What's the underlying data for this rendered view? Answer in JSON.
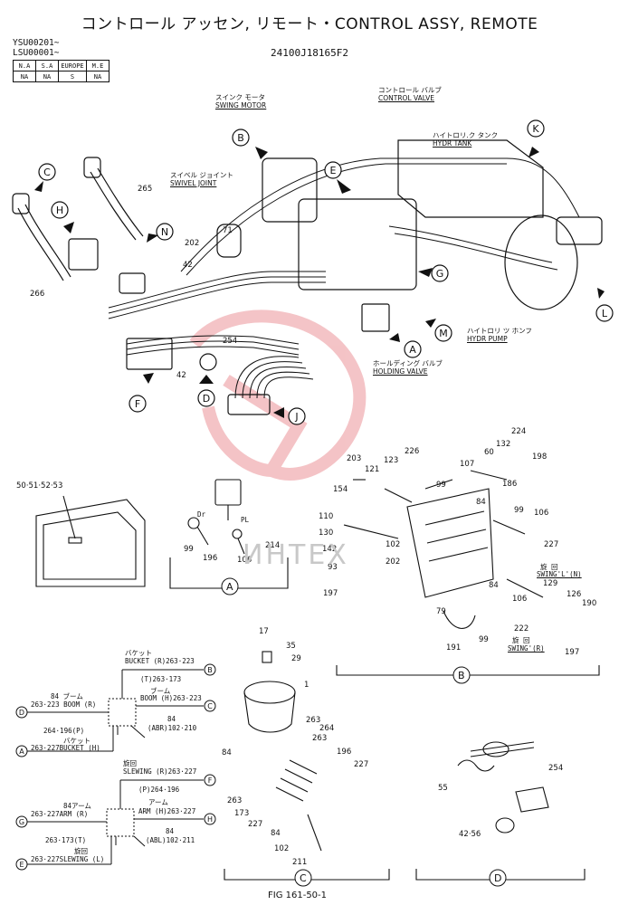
{
  "header": {
    "title": "コントロール アッセン, リモート・CONTROL ASSY, REMOTE",
    "doc_number": "24100J18165F2",
    "serials": [
      "YSU00201~",
      "LSU00001~"
    ]
  },
  "region_table": {
    "headers": [
      "N.A",
      "S.A",
      "EUROPE",
      "M.E"
    ],
    "values": [
      "NA",
      "NA",
      "S",
      "NA"
    ]
  },
  "labels": {
    "swing_motor_jp": "スインク モータ",
    "swing_motor": "SWING MOTOR",
    "control_valve_jp": "コントロール バルブ",
    "control_valve": "CONTROL VALVE",
    "hydr_tank_jp": "ハイトロリ.ク タンク",
    "hydr_tank": "HYDR TANK",
    "swivel_joint_jp": "スイベル ジョイント",
    "swivel_joint": "SWIVEL JOINT",
    "hydr_pump_jp": "ハイトロリ ツ ホンフ",
    "hydr_pump": "HYDR PUMP",
    "holding_valve_jp": "ホールディング バルブ",
    "holding_valve": "HOLDING VALVE",
    "swing_l": "SWING'L'(N)",
    "swing_r": "SWING'(R)",
    "swing_l_jp": "旋 回",
    "swing_r_jp": "旋 回"
  },
  "callouts": [
    "A",
    "B",
    "C",
    "D",
    "E",
    "F",
    "G",
    "H",
    "J",
    "K",
    "L",
    "M",
    "N"
  ],
  "main_parts": [
    "265",
    "266",
    "71",
    "202",
    "42",
    "254",
    "42"
  ],
  "view_a": {
    "label": "A",
    "ref": "50·51·52·53",
    "parts": [
      "99",
      "196",
      "106",
      "214"
    ],
    "marks": [
      "Dr",
      "PL"
    ]
  },
  "view_b": {
    "label": "B",
    "parts": [
      "203",
      "121",
      "123",
      "226",
      "154",
      "110",
      "130",
      "142",
      "93",
      "197",
      "107",
      "60",
      "132",
      "224",
      "198",
      "99",
      "186",
      "84",
      "99",
      "106",
      "227",
      "102",
      "202",
      "84",
      "106",
      "129",
      "126",
      "190",
      "79",
      "191",
      "99",
      "222",
      "197"
    ]
  },
  "view_c": {
    "label": "C",
    "parts": [
      "17",
      "35",
      "29",
      "1",
      "84",
      "263",
      "264",
      "263",
      "196",
      "227",
      "263",
      "173",
      "227",
      "84",
      "102",
      "211"
    ]
  },
  "view_d": {
    "label": "D",
    "parts": [
      "254",
      "55",
      "42·56"
    ]
  },
  "schematic1": {
    "bucket_jp": "バケット",
    "bucket_r": "BUCKET (R)263·223",
    "t": "(T)263·173",
    "boom_jp": "ブーム",
    "boom_h": "BOOM (H)263·223",
    "abr_84": "84",
    "abr": "(ABR)102·210",
    "left_84": "84 ブーム",
    "boom_r": "263·223 BOOM (R)",
    "p": "264·196(P)",
    "bucket_h_jp": "バケット",
    "bucket_h": "263·227BUCKET (H)",
    "circles": [
      "B",
      "C",
      "D",
      "A"
    ]
  },
  "schematic2": {
    "slewing_jp": "旋回",
    "slewing_r": "SLEWING (R)263·227",
    "p": "(P)264·196",
    "arm_jp": "アーム",
    "arm_h": "ARM (H)263·227",
    "abl_84": "84",
    "abl": "(ABL)102·211",
    "left_84": "84アーム",
    "arm_r": "263·227ARM (R)",
    "t": "263·173(T)",
    "slewing_l_jp": "旋回",
    "slewing_l": "263·227SLEWING (L)",
    "circles": [
      "F",
      "H",
      "G",
      "E"
    ]
  },
  "footer": {
    "fig": "FIG 161-50-1"
  },
  "watermark": {
    "text": "ИНТЕХ",
    "color": "#e0565e"
  }
}
